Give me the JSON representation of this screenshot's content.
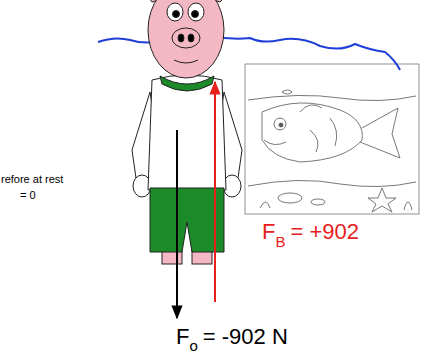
{
  "diagram": {
    "labels": [
      "refore at rest",
      "= 0",
      "F",
      "B",
      "= +902",
      "F",
      "o",
      "= -902 N"
    ]
  }
}
